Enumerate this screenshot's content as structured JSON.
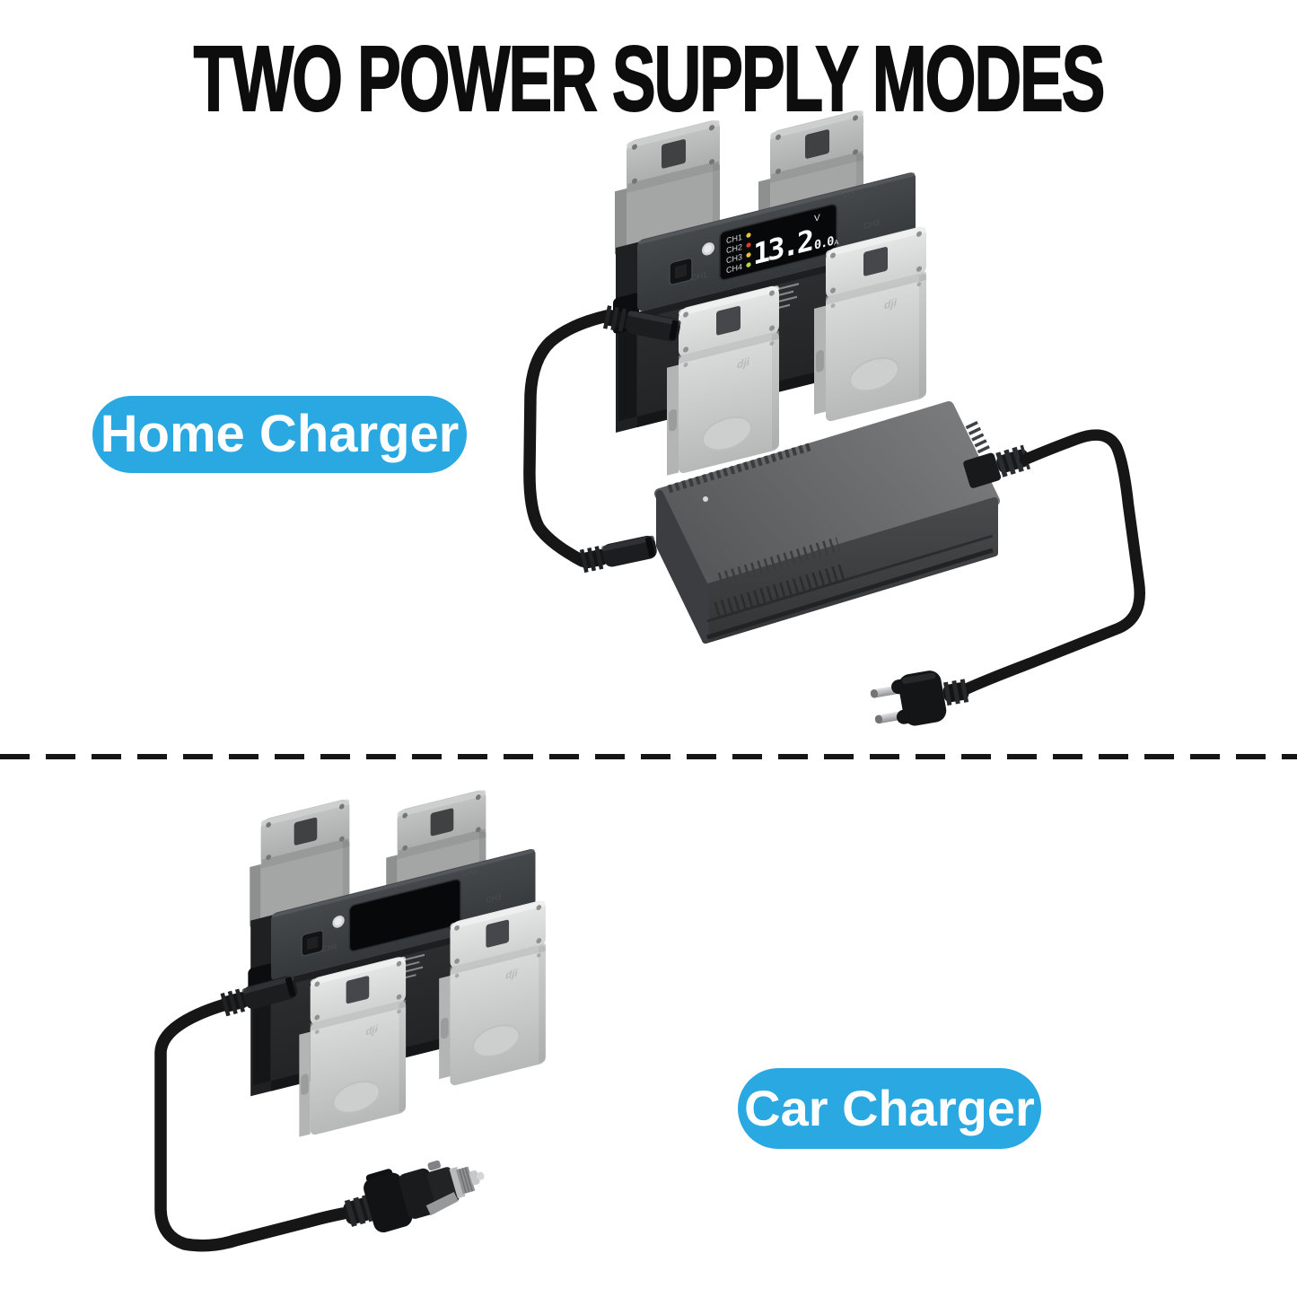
{
  "title": "TWO POWER SUPPLY MODES",
  "sections": [
    {
      "label": "Home Charger"
    },
    {
      "label": "Car Charger"
    }
  ],
  "hub_display": {
    "channels": [
      {
        "label": "CH1",
        "status_color": "#e8c43c"
      },
      {
        "label": "CH2",
        "status_color": "#e03c28"
      },
      {
        "label": "CH3",
        "status_color": "#e8c43c"
      },
      {
        "label": "CH4",
        "status_color": "#bfd244"
      }
    ],
    "voltage_value": "13.2",
    "voltage_unit": "V",
    "current_value": "0.0",
    "current_unit": "A"
  },
  "hub_etched_labels": {
    "ch1": "CH1",
    "ch2": "CH2",
    "ch3": "CH3"
  },
  "battery_brand": "dji",
  "colors": {
    "accent_blue": "#29a8e1",
    "divider": "#161616",
    "title_text": "#0d0d0d",
    "pill_text": "#ffffff"
  }
}
